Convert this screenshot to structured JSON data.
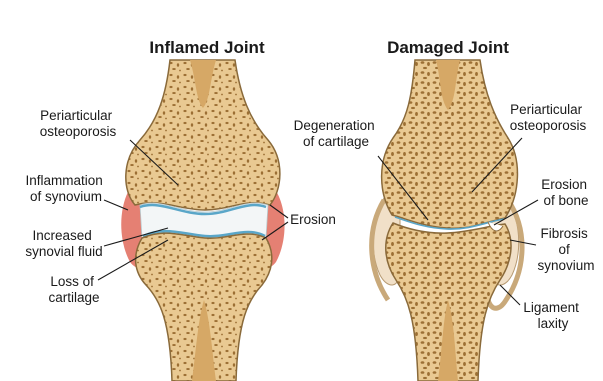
{
  "titles": {
    "inflamed": "Inflamed Joint",
    "damaged": "Damaged Joint"
  },
  "labels": {
    "periarticular_left": [
      "Periarticular",
      "osteoporosis"
    ],
    "inflammation": [
      "Inflammation",
      "of synovium"
    ],
    "increased_fluid": [
      "Increased",
      "synovial fluid"
    ],
    "loss_cartilage": [
      "Loss of",
      "cartilage"
    ],
    "erosion": [
      "Erosion"
    ],
    "degeneration": [
      "Degeneration",
      "of cartilage"
    ],
    "periarticular_right": [
      "Periarticular",
      "osteoporosis"
    ],
    "erosion_bone": [
      "Erosion",
      "of bone"
    ],
    "fibrosis": [
      "Fibrosis",
      "of",
      "synovium"
    ],
    "ligament": [
      "Ligament",
      "laxity"
    ]
  },
  "colors": {
    "bone": "#e9c992",
    "bone_shade": "#d6a866",
    "bone_outline": "#8a6a3a",
    "pore": "#9c6f34",
    "cartilage": "#5aa6c8",
    "synovium": "#e06a5a",
    "fluid": "#f3f6f7"
  }
}
